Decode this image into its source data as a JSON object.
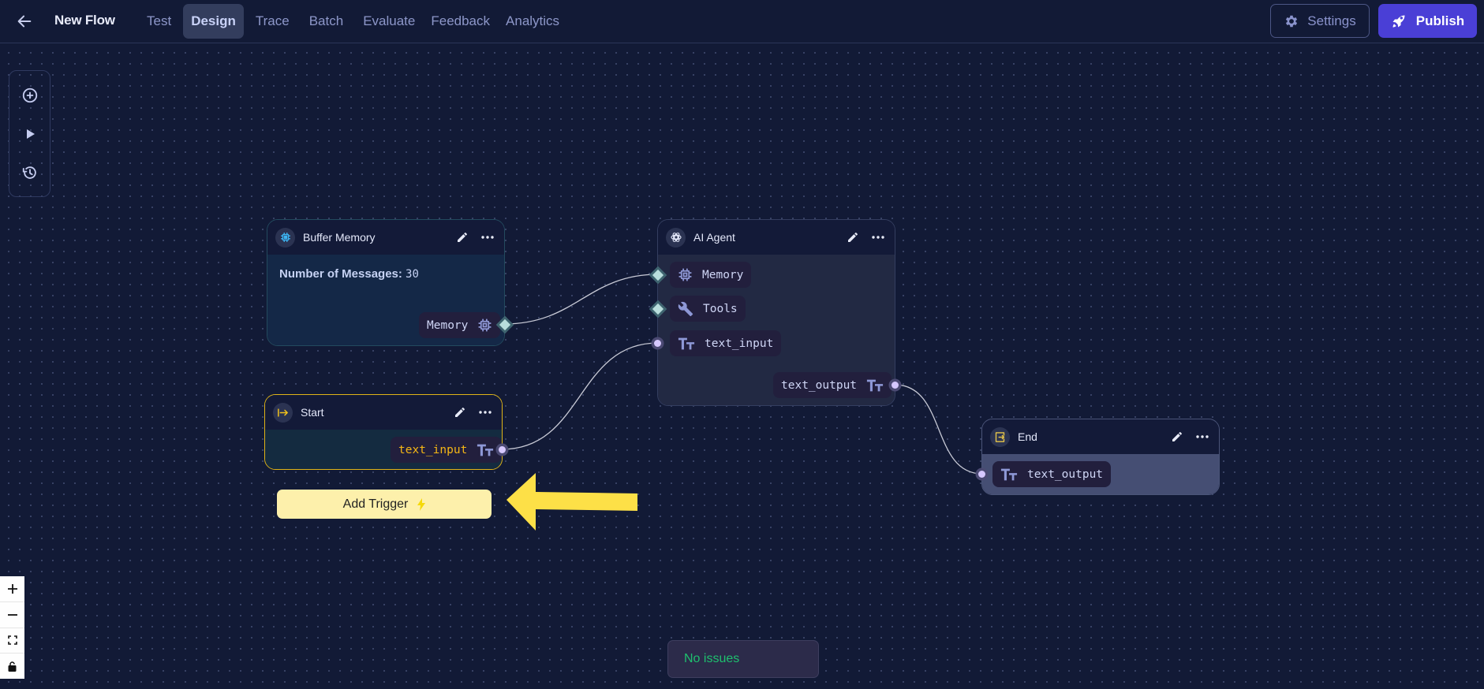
{
  "header": {
    "back_icon": "arrow-left-icon",
    "title": "New Flow",
    "tabs": [
      {
        "label": "Test",
        "active": false
      },
      {
        "label": "Design",
        "active": true
      },
      {
        "label": "Trace",
        "active": false
      },
      {
        "label": "Batch",
        "active": false
      },
      {
        "label": "Evaluate",
        "active": false
      },
      {
        "label": "Feedback",
        "active": false
      },
      {
        "label": "Analytics",
        "active": false
      }
    ],
    "settings_label": "Settings",
    "settings_icon": "gear-icon",
    "publish_label": "Publish",
    "publish_icon": "rocket-icon"
  },
  "side_toolbar": [
    {
      "name": "add-node",
      "icon": "plus-circle-icon"
    },
    {
      "name": "run",
      "icon": "play-icon"
    },
    {
      "name": "history",
      "icon": "history-icon"
    }
  ],
  "zoom_controls": [
    {
      "name": "zoom-in",
      "icon": "plus-icon"
    },
    {
      "name": "zoom-out",
      "icon": "minus-icon"
    },
    {
      "name": "fit-view",
      "icon": "fullscreen-icon"
    },
    {
      "name": "lock",
      "icon": "lock-icon"
    }
  ],
  "nodes": {
    "buffer_memory": {
      "title": "Buffer Memory",
      "icon": "chip-icon",
      "field_label": "Number of Messages:",
      "field_value": "30",
      "output": "Memory"
    },
    "start": {
      "title": "Start",
      "icon": "enter-arrow-icon",
      "output": "text_input"
    },
    "ai_agent": {
      "title": "AI Agent",
      "icon": "openai-icon",
      "inputs": [
        "Memory",
        "Tools",
        "text_input"
      ],
      "output": "text_output"
    },
    "end": {
      "title": "End",
      "icon": "exit-icon",
      "input": "text_output"
    }
  },
  "add_trigger": {
    "label": "Add Trigger",
    "icon": "lightning-icon"
  },
  "annotation": {
    "icon": "yellow-arrow-pointing-left"
  },
  "status": {
    "text": "No issues",
    "color": "#1ec06e"
  },
  "colors": {
    "background": "#121a36",
    "publish": "#4a3fd6",
    "start_border": "#e0b418",
    "trigger_bg": "#fdf0ab",
    "arrow": "#fde047"
  }
}
